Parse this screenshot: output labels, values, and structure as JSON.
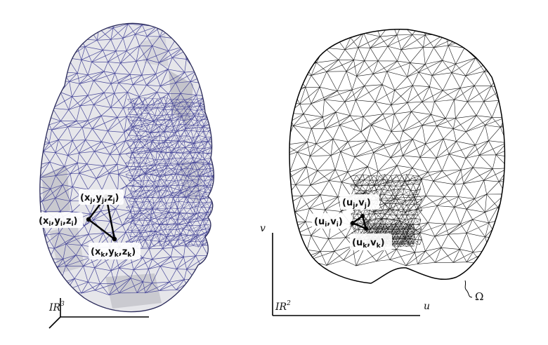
{
  "colors": {
    "mesh_3d": "#4a4a9a",
    "face_fill": "#e6e6ea",
    "face_shade": "#c9c9cf",
    "mesh_2d": "#1a1a1a",
    "ink": "#111111",
    "background": "#ffffff"
  },
  "left_panel": {
    "space_label": {
      "base": "IR",
      "sup": "3"
    },
    "vertex_labels": [
      {
        "id": "j",
        "base": [
          "x",
          "y",
          "z"
        ],
        "sub": "j"
      },
      {
        "id": "i",
        "base": [
          "x",
          "y",
          "z"
        ],
        "sub": "i"
      },
      {
        "id": "k",
        "base": [
          "x",
          "y",
          "z"
        ],
        "sub": "k"
      }
    ]
  },
  "right_panel": {
    "space_label": {
      "base": "IR",
      "sup": "2"
    },
    "axis_u": "u",
    "axis_v": "v",
    "domain_label": "Ω",
    "vertex_labels": [
      {
        "id": "j",
        "base": [
          "u",
          "v"
        ],
        "sub": "j"
      },
      {
        "id": "i",
        "base": [
          "u",
          "v"
        ],
        "sub": "i"
      },
      {
        "id": "k",
        "base": [
          "u",
          "v"
        ],
        "sub": "k"
      }
    ]
  }
}
